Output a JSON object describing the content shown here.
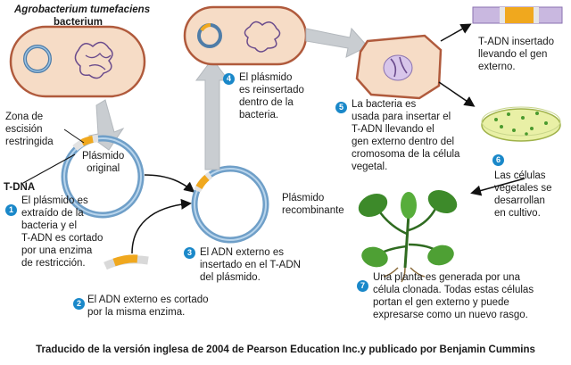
{
  "organism": {
    "name": "Agrobacterium tumefaciens",
    "kind": "bacterium"
  },
  "labels": {
    "zone_lines": [
      "Zona de",
      "escisión",
      "restringida"
    ],
    "tdna": "T-DNA",
    "original_plasmid": [
      "Plásmido",
      "original"
    ],
    "recombinant_plasmid": [
      "Plásmido",
      "recombinante"
    ],
    "tdna_inserted": [
      "T-ADN insertado",
      "llevando el gen",
      "externo."
    ]
  },
  "steps": [
    {
      "number": "1",
      "lines": [
        "El plásmido es",
        "extraído de la",
        "bacteria y el",
        "T-ADN es cortado",
        "por una enzima",
        "de restricción."
      ]
    },
    {
      "number": "2",
      "lines": [
        "El ADN externo es cortado",
        "por la misma enzima."
      ]
    },
    {
      "number": "3",
      "lines": [
        "El ADN externo es",
        "insertado en el T-ADN",
        "del plásmido."
      ]
    },
    {
      "number": "4",
      "lines": [
        "El plásmido",
        "es reinsertado",
        "dentro de la",
        "bacteria."
      ]
    },
    {
      "number": "5",
      "lines": [
        "La bacteria es",
        "usada para insertar el",
        "T-ADN llevando el",
        "gen externo dentro del",
        "cromosoma de la célula",
        "vegetal."
      ]
    },
    {
      "number": "6",
      "lines": [
        "Las células",
        "vegetales se",
        "desarrollan",
        "en cultivo."
      ]
    },
    {
      "number": "7",
      "lines": [
        "Una planta es generada por una",
        "célula clonada. Todas estas células",
        "portan el gen externo y puede",
        "expresarse como un nuevo rasgo."
      ]
    }
  ],
  "footer": "Traducido de la versión inglesa de 2004 de Pearson Education Inc.y publicado por Benjamin Cummins",
  "colors": {
    "bacterium_fill": "#f6dcc6",
    "bacterium_outline": "#b05a3c",
    "plasmid_ring": "#6f9fc8",
    "foreign_dna": "#f0a81e",
    "step_badge": "#1a88c9",
    "arrow_gray": "#c9cdd1",
    "plant_green": "#3d8a2a",
    "petri_fill": "#e9f0a6"
  }
}
